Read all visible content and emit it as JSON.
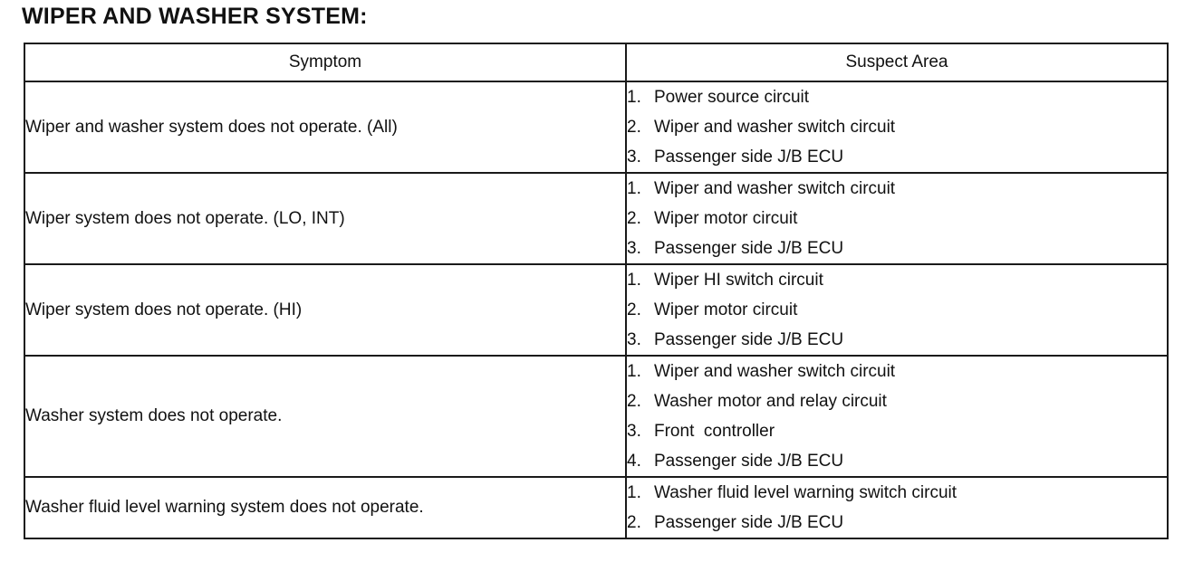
{
  "title": "WIPER AND WASHER SYSTEM:",
  "columns": [
    "Symptom",
    "Suspect Area"
  ],
  "rows": [
    {
      "symptom": "Wiper and washer system does not operate. (All)",
      "areas": [
        {
          "num": "1.",
          "text": "Power source circuit"
        },
        {
          "num": "2.",
          "text": "Wiper and washer switch circuit"
        },
        {
          "num": "3.",
          "text": "Passenger side J/B ECU"
        }
      ]
    },
    {
      "symptom": "Wiper system does not operate. (LO, INT)",
      "areas": [
        {
          "num": "1.",
          "text": "Wiper and washer switch circuit"
        },
        {
          "num": "2.",
          "text": "Wiper motor circuit"
        },
        {
          "num": "3.",
          "text": "Passenger side J/B ECU"
        }
      ]
    },
    {
      "symptom": "Wiper system does not operate. (HI)",
      "areas": [
        {
          "num": "1.",
          "text": "Wiper HI switch circuit"
        },
        {
          "num": "2.",
          "text": "Wiper motor circuit"
        },
        {
          "num": "3.",
          "text": "Passenger side J/B ECU"
        }
      ]
    },
    {
      "symptom": "Washer system does not operate.",
      "areas": [
        {
          "num": "1.",
          "text": "Wiper and washer switch circuit"
        },
        {
          "num": "2.",
          "text": "Washer motor and relay circuit"
        },
        {
          "num": "3.",
          "text": "Front  controller"
        },
        {
          "num": "4.",
          "text": "Passenger side J/B ECU"
        }
      ]
    },
    {
      "symptom": "Washer fluid level warning system does not operate.",
      "areas": [
        {
          "num": "1.",
          "text": "Washer fluid level warning switch circuit"
        },
        {
          "num": "2.",
          "text": "Passenger side J/B ECU"
        }
      ]
    }
  ]
}
